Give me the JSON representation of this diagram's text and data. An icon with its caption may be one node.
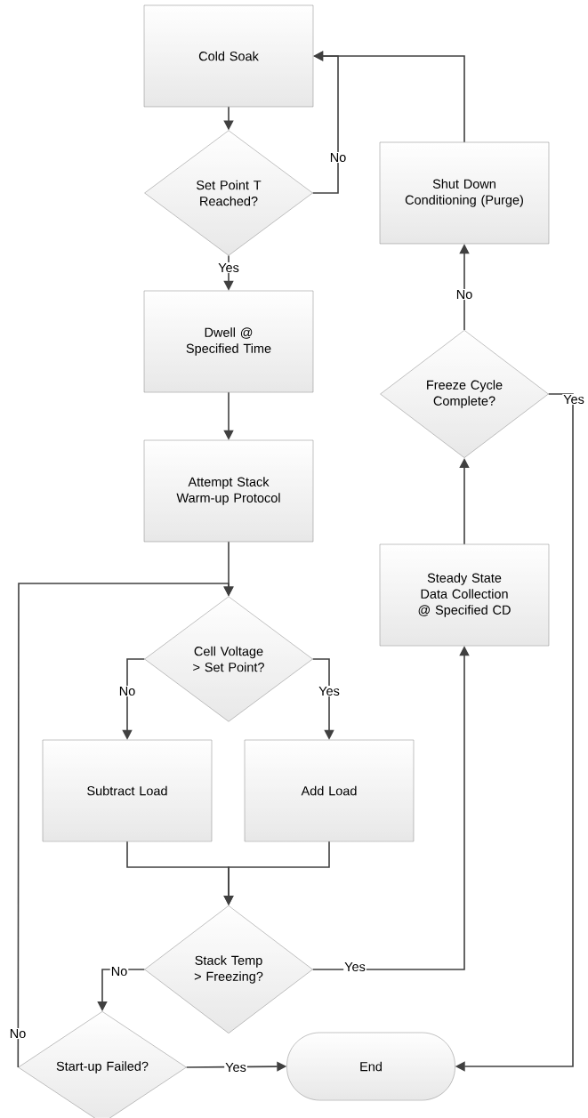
{
  "diagram": {
    "nodes": [
      {
        "text": [
          "Cold Soak"
        ]
      },
      {
        "text": [
          "Set Point T Reached?"
        ]
      },
      {
        "text": [
          "Dwell @ Specified Time"
        ]
      },
      {
        "text": [
          "Attempt Stack Warm-up Protocol"
        ]
      },
      {
        "text": [
          "Cell Voltage > Set Point?"
        ]
      },
      {
        "text": [
          "Subtract Load"
        ]
      },
      {
        "text": [
          "Add Load"
        ]
      },
      {
        "text": [
          "Stack Temp > Freezing?"
        ]
      },
      {
        "text": [
          "Start-up Failed?"
        ]
      },
      {
        "text": [
          "End"
        ]
      },
      {
        "text": [
          "Steady State Data Collection @ Specified CD"
        ]
      },
      {
        "text": [
          "Freeze Cycle Complete?"
        ]
      },
      {
        "text": [
          "Shut Down Conditioning (Purge)"
        ]
      }
    ],
    "edges": [
      {
        "from": 0,
        "to": 1,
        "arrow": "to"
      },
      {
        "from": 1,
        "to": 0,
        "arrow": "to",
        "label": "No"
      },
      {
        "from": 1,
        "to": 2,
        "arrow": "to",
        "label": "Yes"
      },
      {
        "from": 2,
        "to": 3,
        "arrow": "to"
      },
      {
        "from": 3,
        "to": 4,
        "arrow": "to"
      },
      {
        "from": 4,
        "to": 5,
        "arrow": "to",
        "label": "No"
      },
      {
        "from": 4,
        "to": 6,
        "arrow": "to",
        "label": "Yes"
      },
      {
        "from": 5,
        "to": 7,
        "arrow": "to"
      },
      {
        "from": 6,
        "to": 7,
        "arrow": "to"
      },
      {
        "from": 7,
        "to": 10,
        "arrow": "to",
        "label": "Yes"
      },
      {
        "from": 7,
        "to": 8,
        "arrow": "to",
        "label": "No"
      },
      {
        "from": 8,
        "to": 4,
        "arrow": "to",
        "label": "No"
      },
      {
        "from": 8,
        "to": 9,
        "arrow": "to",
        "label": "Yes"
      },
      {
        "from": 10,
        "to": 11,
        "arrow": "to"
      },
      {
        "from": 11,
        "to": 12,
        "arrow": "to",
        "label": "No"
      },
      {
        "from": 12,
        "to": 0,
        "arrow": "to"
      },
      {
        "from": 11,
        "to": 9,
        "arrow": "to",
        "label": "Yes"
      }
    ]
  }
}
